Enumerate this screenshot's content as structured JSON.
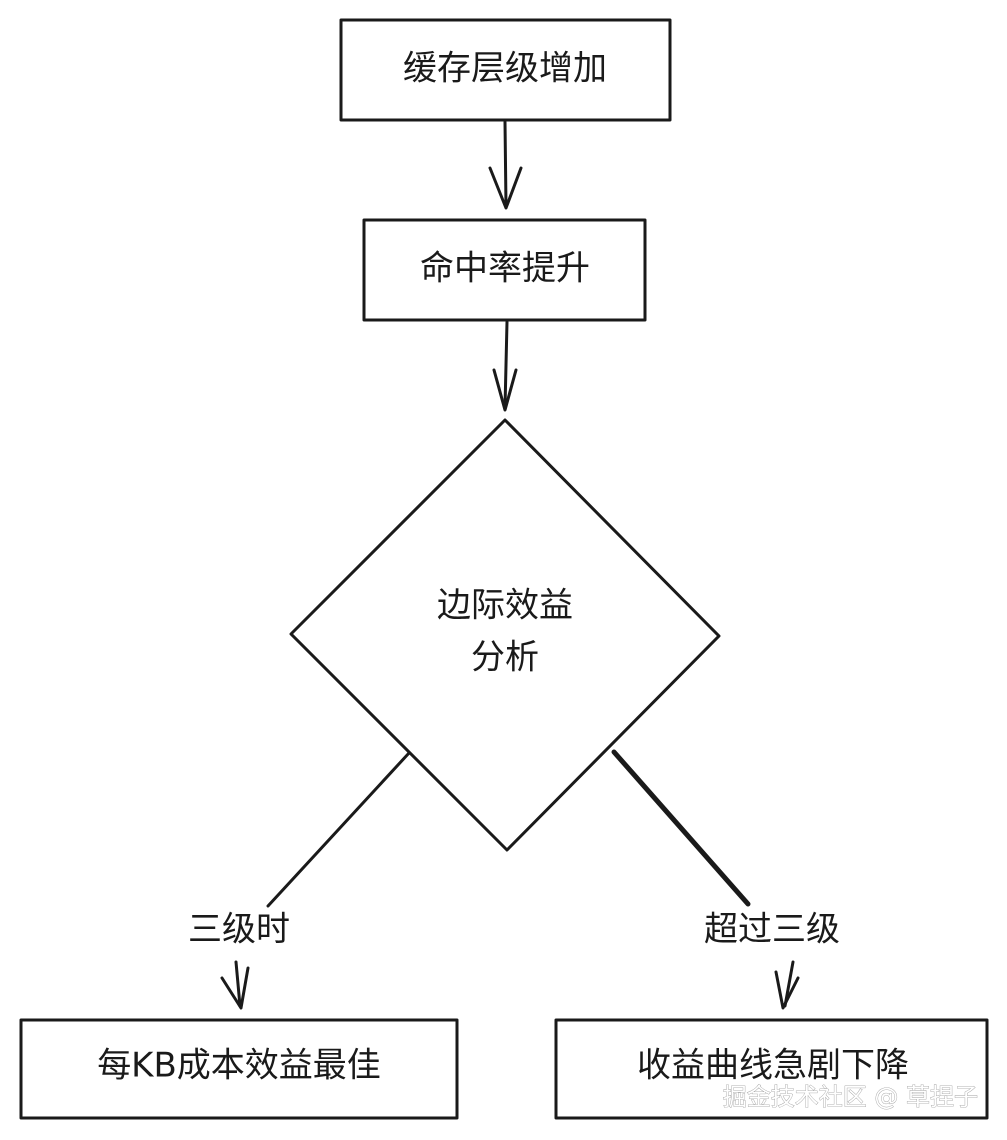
{
  "nodes": {
    "cache_levels_increase": "缓存层级增加",
    "hit_rate_up": "命中率提升",
    "marginal_analysis_line1": "边际效益",
    "marginal_analysis_line2": "分析",
    "best_cost_per_kb": "每KB成本效益最佳",
    "benefit_drops": "收益曲线急剧下降"
  },
  "edges": {
    "left_label": "三级时",
    "right_label": "超过三级"
  },
  "watermark": "掘金技术社区 @ 草捏子",
  "colors": {
    "stroke": "#1a1a1a",
    "background": "#ffffff"
  }
}
